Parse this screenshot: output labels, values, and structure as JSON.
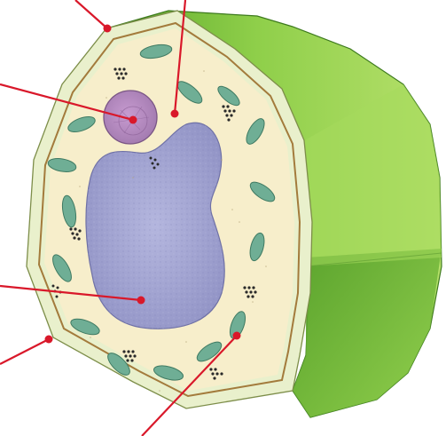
{
  "diagram": {
    "subject": "plant-cell",
    "labels": [],
    "colors": {
      "background": "#ffffff",
      "cell_wall_green": "#86c83d",
      "cell_wall_light": "#e8efc9",
      "cytoplasm": "#f8efcc",
      "vacuole": "#a7a8d4",
      "nucleus": "#b98ac2",
      "chloroplast": "#6fae95",
      "pointer_line": "#d9182a"
    },
    "pointers": [
      {
        "name": "pointer-cell-wall"
      },
      {
        "name": "pointer-cytoplasm"
      },
      {
        "name": "pointer-nucleus"
      },
      {
        "name": "pointer-vacuole"
      },
      {
        "name": "pointer-cell-membrane"
      },
      {
        "name": "pointer-chloroplast"
      }
    ]
  }
}
